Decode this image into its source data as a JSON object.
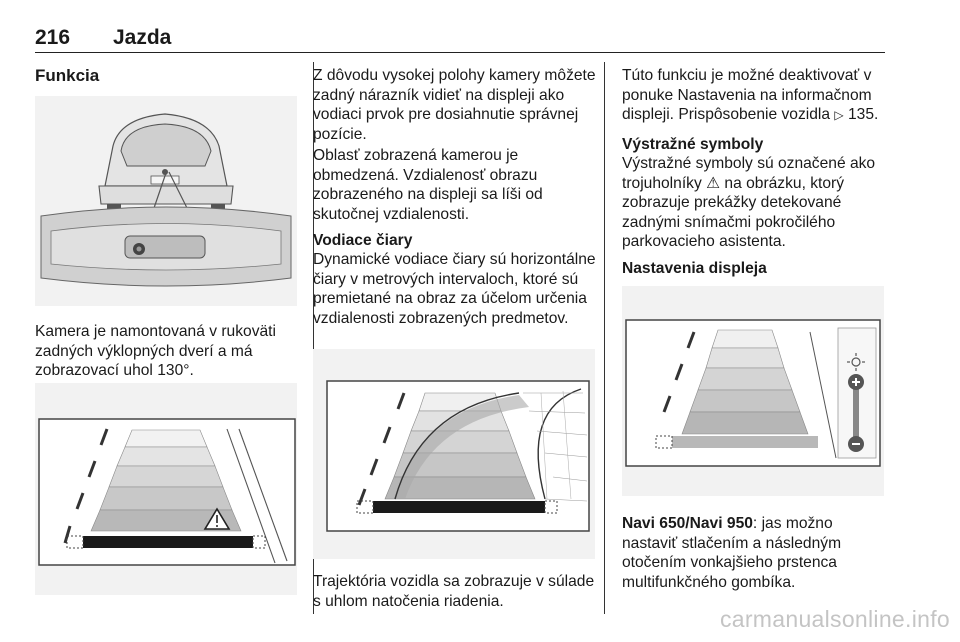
{
  "header": {
    "page_number": "216",
    "chapter": "Jazda"
  },
  "col1": {
    "heading": "Funkcia",
    "para1": "Kamera je namontovaná v rukoväti zadných výklopných dverí a má zobrazovací uhol 130°."
  },
  "col2": {
    "para1": "Z dôvodu vysokej polohy kamery môžete zadný nárazník vidieť na displeji ako vodiaci prvok pre dosiahnutie správnej pozície.",
    "para2": "Oblasť zobrazená kamerou je obmedzená. Vzdialenosť obrazu zobrazeného na displeji sa líši od skutočnej vzdialenosti.",
    "heading1": "Vodiace čiary",
    "para3": "Dynamické vodiace čiary sú horizontálne čiary v metrových intervaloch, ktoré sú premietané na obraz za účelom určenia vzdialenosti zobrazených predmetov.",
    "para4": "Trajektória vozidla sa zobrazuje v súlade s uhlom natočenia riadenia."
  },
  "col3": {
    "para1_text": "Túto funkciu je možné deaktivovať v ponuke Nastavenia na informačnom displeji. Prispôsobenie vozidla",
    "para1_ref": "135.",
    "heading1": "Výstražné symboly",
    "para2_before": "Výstražné symboly sú označené ako trojuholníky",
    "para2_after": "na obrázku, ktorý zobrazuje prekážky detekované zadnými snímačmi pokročilého parkovacieho asistenta.",
    "heading2": "Nastavenia displeja",
    "para3_bold": "Navi 650/Navi 950",
    "para3_rest": ": jas možno nastaviť stlačením a následným otočením vonkajšieho prstenca multifunkčného gombíka."
  },
  "watermark": "carmanualsonline.info",
  "icons": {
    "reference": "ref-arrow-icon",
    "warning": "warning-triangle-icon",
    "brightness": "sun-icon",
    "plus": "plus-icon",
    "minus": "minus-icon"
  }
}
